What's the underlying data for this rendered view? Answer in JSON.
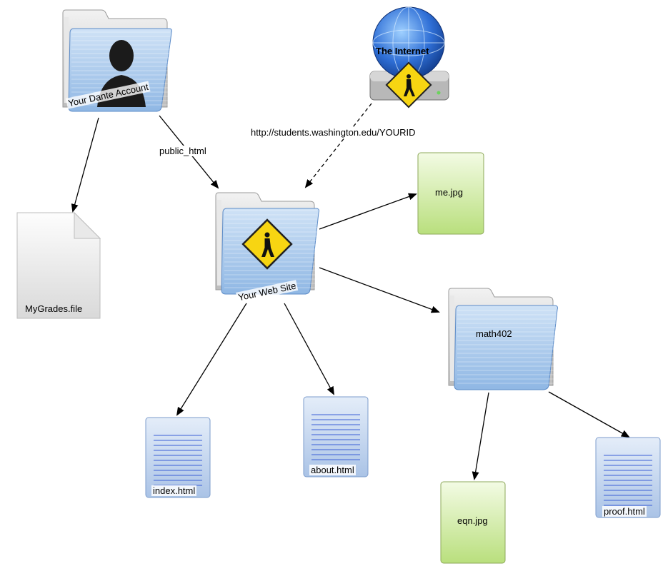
{
  "nodes": {
    "dante": {
      "label": "Your Dante Account",
      "icon": "user-folder-icon"
    },
    "internet": {
      "label": "The Internet",
      "icon": "globe-drive-icon"
    },
    "website": {
      "label": "Your Web Site",
      "icon": "public-folder-icon"
    },
    "mygrades": {
      "label": "MyGrades.file",
      "icon": "document-icon"
    },
    "mejpg": {
      "label": "me.jpg",
      "icon": "image-file-icon"
    },
    "math402": {
      "label": "math402",
      "icon": "folder-icon"
    },
    "index": {
      "label": "index.html",
      "icon": "html-file-icon"
    },
    "about": {
      "label": "about.html",
      "icon": "html-file-icon"
    },
    "eqn": {
      "label": "eqn.jpg",
      "icon": "image-file-icon"
    },
    "proof": {
      "label": "proof.html",
      "icon": "html-file-icon"
    }
  },
  "edges": {
    "public_html": "public_html",
    "url": "http://students.washington.edu/YOURID"
  },
  "colors": {
    "folder_blue": "#9ec3ea",
    "folder_dark": "#6f9fd6",
    "sign_yellow": "#f7d512",
    "image_green": "#cfeaa0",
    "html_blue": "#c9daf1"
  }
}
